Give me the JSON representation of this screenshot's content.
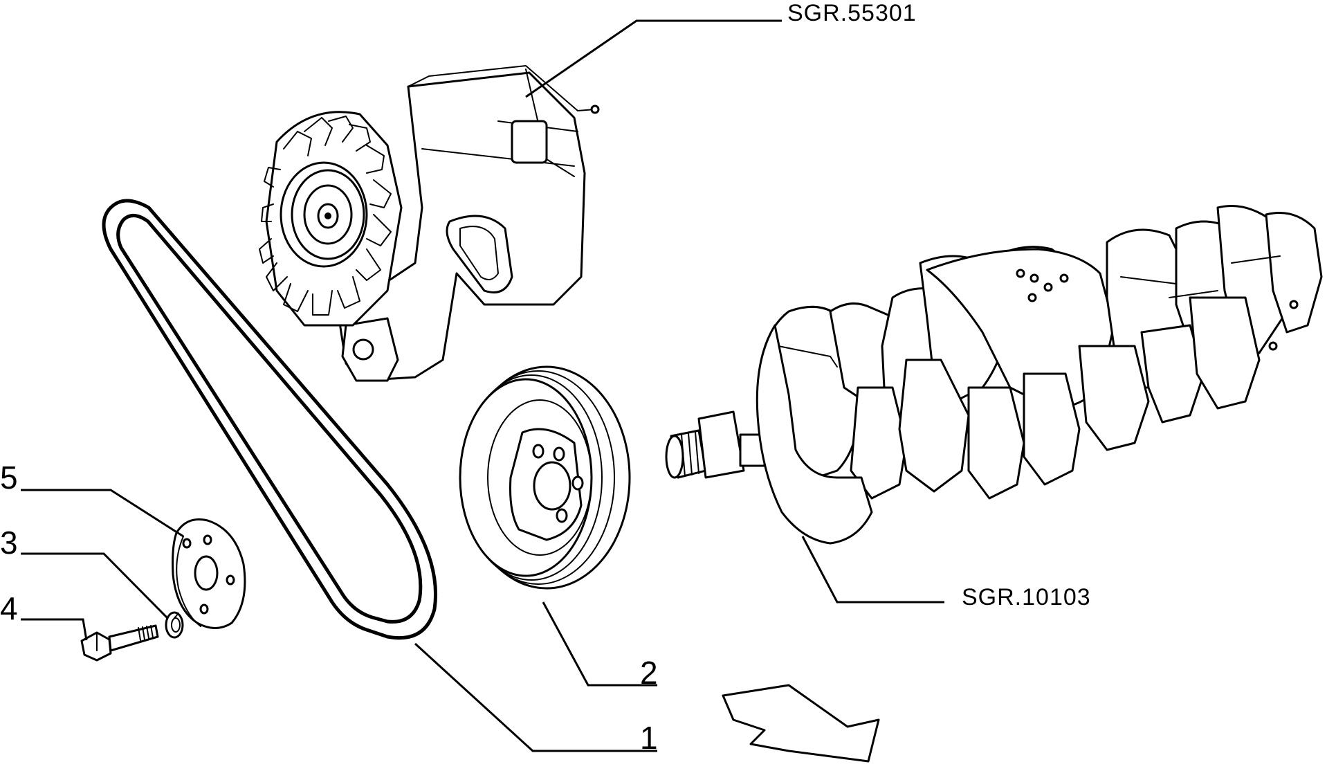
{
  "callouts": {
    "alternator_ref": "SGR.55301",
    "crankshaft_ref": "SGR.10103",
    "belt": "1",
    "pulley": "2",
    "washer": "3",
    "bolt": "4",
    "flange": "5"
  }
}
